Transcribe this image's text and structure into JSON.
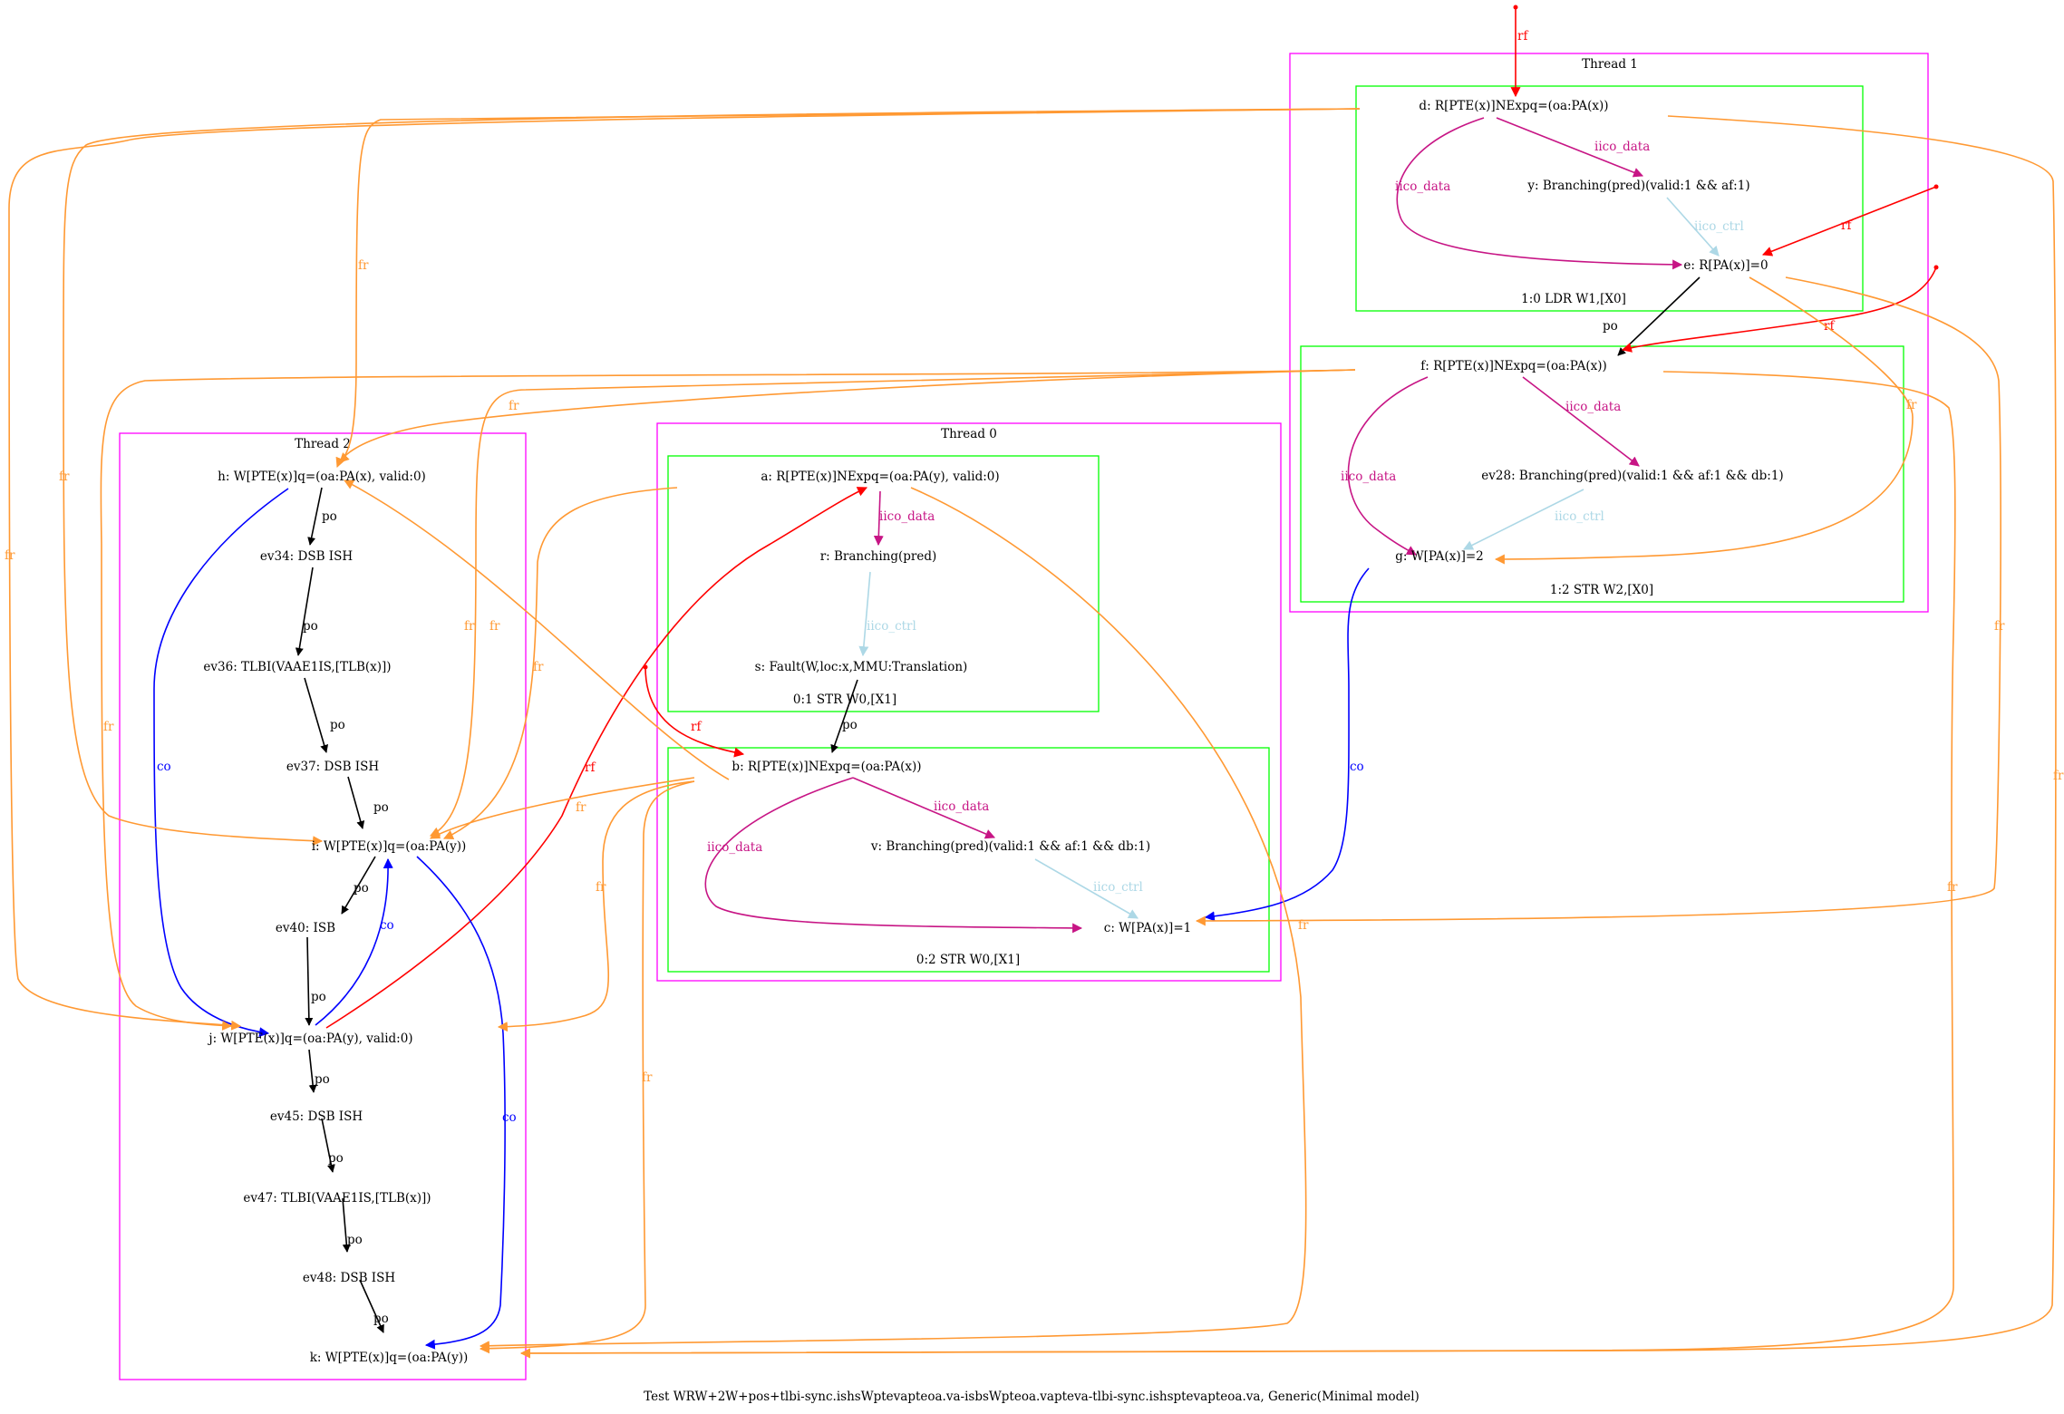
{
  "caption": "Test WRW+2W+pos+tlbi-sync.ishsWptevapteoa.va-isbsWpteoa.vapteva-tlbi-sync.ishsptevapteoa.va, Generic(Minimal model)",
  "colors": {
    "thread_border": "#ff00ff",
    "instr_border": "#00ff00",
    "po": "#000000",
    "rf": "#ff0000",
    "fr": "#ff9933",
    "co": "#0000ff",
    "iico_data": "#c71585",
    "iico_ctrl": "#add8e6"
  },
  "edge_labels": {
    "po": "po",
    "rf": "rf",
    "fr": "fr",
    "co": "co",
    "iico_data": "iico_data",
    "iico_ctrl": "iico_ctrl"
  },
  "threads": [
    {
      "id": "thread0",
      "label": "Thread 0"
    },
    {
      "id": "thread1",
      "label": "Thread 1"
    },
    {
      "id": "thread2",
      "label": "Thread 2"
    }
  ],
  "instructions": [
    {
      "id": "t0i1",
      "label": "0:1 STR W0,[X1]"
    },
    {
      "id": "t0i2",
      "label": "0:2 STR W0,[X1]"
    },
    {
      "id": "t1i0",
      "label": "1:0 LDR W1,[X0]"
    },
    {
      "id": "t1i2",
      "label": "1:2 STR W2,[X0]"
    }
  ],
  "nodes": {
    "a": "a: R[PTE(x)]NExpq=(oa:PA(y), valid:0)",
    "r": "r: Branching(pred)",
    "s": "s: Fault(W,loc:x,MMU:Translation)",
    "b": "b: R[PTE(x)]NExpq=(oa:PA(x))",
    "v": "v: Branching(pred)(valid:1 && af:1 && db:1)",
    "c": "c: W[PA(x)]=1",
    "d": "d: R[PTE(x)]NExpq=(oa:PA(x))",
    "y": "y: Branching(pred)(valid:1 && af:1)",
    "e": "e: R[PA(x)]=0",
    "f": "f: R[PTE(x)]NExpq=(oa:PA(x))",
    "ev28": "ev28: Branching(pred)(valid:1 && af:1 && db:1)",
    "g": "g: W[PA(x)]=2",
    "h": "h: W[PTE(x)]q=(oa:PA(x), valid:0)",
    "ev34": "ev34: DSB ISH",
    "ev36": "ev36: TLBI(VAAE1IS,[TLB(x)])",
    "ev37": "ev37: DSB ISH",
    "i": "i: W[PTE(x)]q=(oa:PA(y))",
    "ev40": "ev40: ISB",
    "j": "j: W[PTE(x)]q=(oa:PA(y), valid:0)",
    "ev45": "ev45: DSB ISH",
    "ev47": "ev47: TLBI(VAAE1IS,[TLB(x)])",
    "ev48": "ev48: DSB ISH",
    "k": "k: W[PTE(x)]q=(oa:PA(y))"
  }
}
